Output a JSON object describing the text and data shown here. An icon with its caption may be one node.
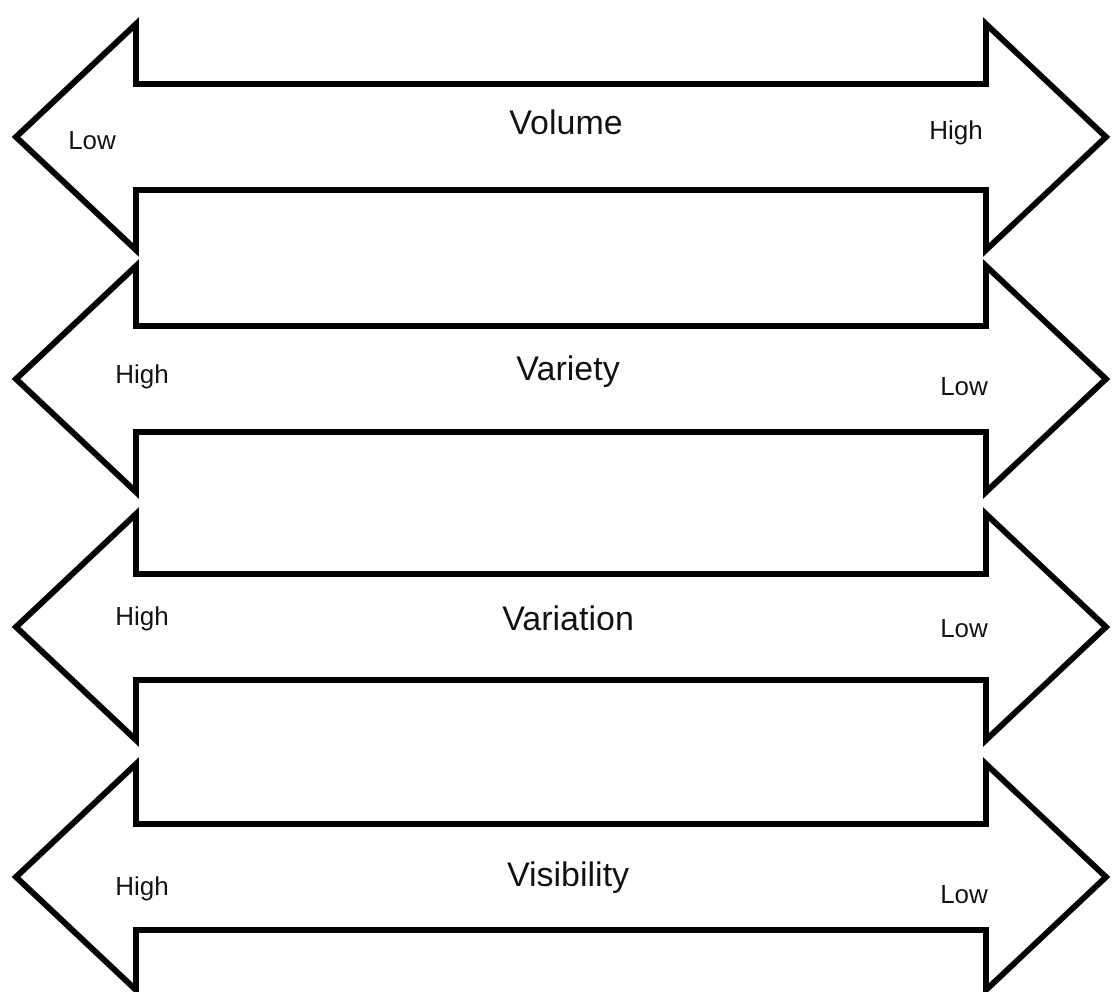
{
  "diagram": {
    "nodes": [
      {
        "text": [
          "Low",
          "Volume",
          "High"
        ]
      },
      {
        "text": [
          "High",
          "Variety",
          "Low"
        ]
      },
      {
        "text": [
          "High",
          "Variation",
          "Low"
        ]
      },
      {
        "text": [
          "High",
          "Visibility",
          "Low"
        ]
      }
    ]
  }
}
